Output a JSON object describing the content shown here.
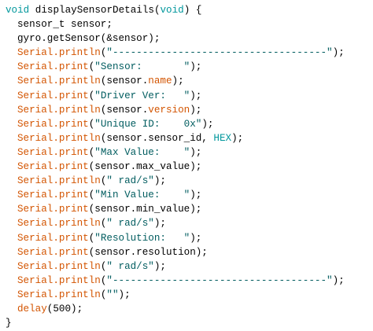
{
  "code": {
    "line01": {
      "type": "void",
      "sig": " displaySensorDetails(",
      "arg": "void",
      "open": ") {"
    },
    "line02": {
      "text": "sensor_t sensor;"
    },
    "line03": {
      "text": "gyro.getSensor(&sensor);"
    },
    "line04": {
      "obj": "Serial",
      "fn": ".println",
      "p1": "(",
      "str": "\"------------------------------------\"",
      "p2": ");"
    },
    "line05": {
      "obj": "Serial",
      "fn": ".print",
      "p1": "(",
      "str": "\"Sensor:       \"",
      "p2": ");"
    },
    "line06": {
      "obj": "Serial",
      "fn": ".println",
      "p1": "(sensor.",
      "member": "name",
      "p2": ");"
    },
    "line07": {
      "obj": "Serial",
      "fn": ".print",
      "p1": "(",
      "str": "\"Driver Ver:   \"",
      "p2": ");"
    },
    "line08": {
      "obj": "Serial",
      "fn": ".println",
      "p1": "(sensor.",
      "member": "version",
      "p2": ");"
    },
    "line09": {
      "obj": "Serial",
      "fn": ".print",
      "p1": "(",
      "str": "\"Unique ID:    0x\"",
      "p2": ");"
    },
    "line10": {
      "obj": "Serial",
      "fn": ".println",
      "p1": "(sensor.sensor_id, ",
      "const": "HEX",
      "p2": ");"
    },
    "line11": {
      "obj": "Serial",
      "fn": ".print",
      "p1": "(",
      "str": "\"Max Value:    \"",
      "p2": ");"
    },
    "line12": {
      "obj": "Serial",
      "fn": ".print",
      "p1": "(sensor.max_value);"
    },
    "line13": {
      "obj": "Serial",
      "fn": ".println",
      "p1": "(",
      "str": "\" rad/s\"",
      "p2": ");"
    },
    "line14": {
      "obj": "Serial",
      "fn": ".print",
      "p1": "(",
      "str": "\"Min Value:    \"",
      "p2": ");"
    },
    "line15": {
      "obj": "Serial",
      "fn": ".print",
      "p1": "(sensor.min_value);"
    },
    "line16": {
      "obj": "Serial",
      "fn": ".println",
      "p1": "(",
      "str": "\" rad/s\"",
      "p2": ");"
    },
    "line17": {
      "obj": "Serial",
      "fn": ".print",
      "p1": "(",
      "str": "\"Resolution:   \"",
      "p2": ");"
    },
    "line18": {
      "obj": "Serial",
      "fn": ".print",
      "p1": "(sensor.resolution);"
    },
    "line19": {
      "obj": "Serial",
      "fn": ".println",
      "p1": "(",
      "str": "\" rad/s\"",
      "p2": ");"
    },
    "line20": {
      "obj": "Serial",
      "fn": ".println",
      "p1": "(",
      "str": "\"------------------------------------\"",
      "p2": ");"
    },
    "line21": {
      "obj": "Serial",
      "fn": ".println",
      "p1": "(",
      "str": "\"\"",
      "p2": ");"
    },
    "line22": {
      "fn": "delay",
      "p1": "(",
      "num": "500",
      "p2": ");"
    },
    "line23": {
      "text": "}"
    }
  },
  "colors": {
    "keyword_type": "#00979c",
    "object_function": "#d35400",
    "string": "#005c5f",
    "text": "#000000",
    "background": "#ffffff"
  }
}
